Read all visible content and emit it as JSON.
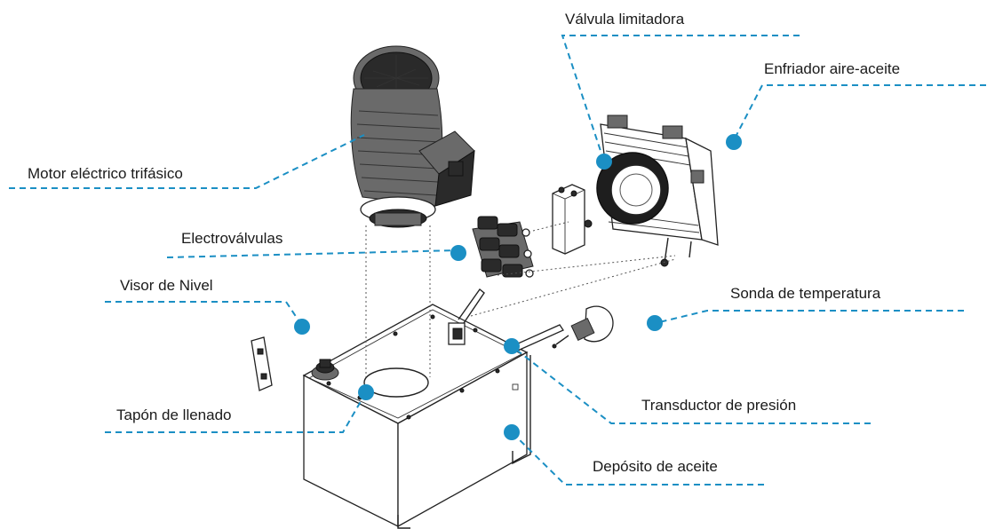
{
  "labels": {
    "valvula": "Válvula limitadora",
    "enfriador": "Enfriador aire-aceite",
    "motor": "Motor eléctrico trifásico",
    "electrovalvulas": "Electroválvulas",
    "visor": "Visor de Nivel",
    "sonda": "Sonda de temperatura",
    "transductor": "Transductor de presión",
    "tapon": "Tapón de llenado",
    "deposito": "Depósito de aceite"
  },
  "colors": {
    "accent": "#1b8fc4",
    "text": "#1a1a1a"
  }
}
